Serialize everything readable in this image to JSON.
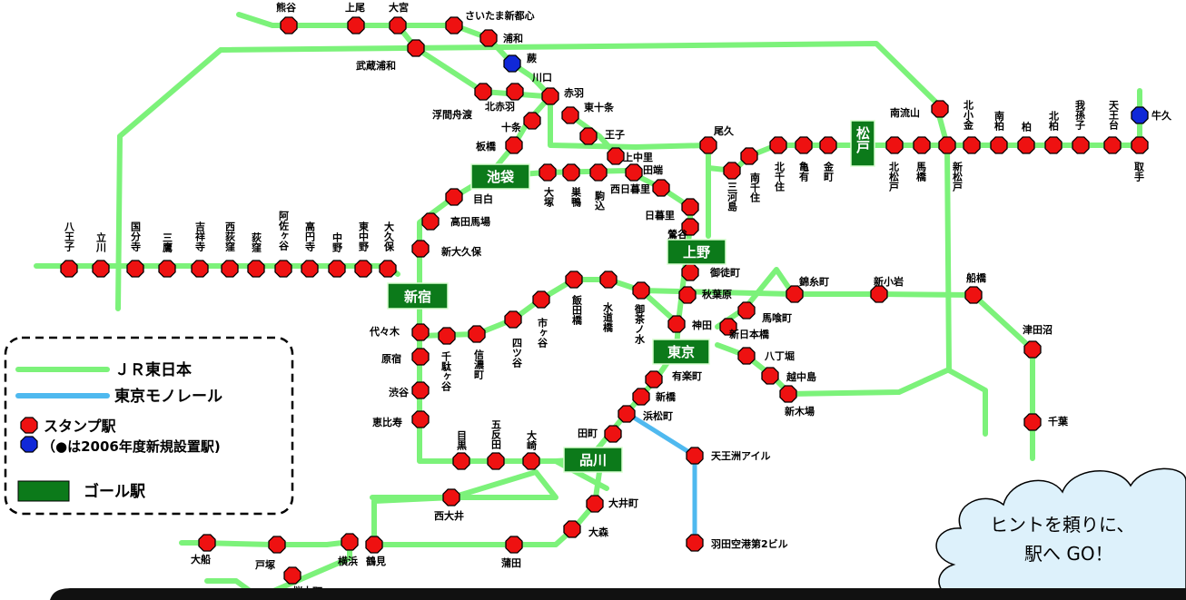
{
  "colors": {
    "jr_line": "#7cf27a",
    "monorail": "#4fb9ef",
    "stamp_station": "#ee1111",
    "new_station": "#1028d8",
    "goal": "#0c7a1a"
  },
  "goal_stations": {
    "ikebukuro": "池袋",
    "ueno": "上野",
    "shinjuku": "新宿",
    "tokyo": "東京",
    "shinagawa": "品川",
    "matsudo": "松戸"
  },
  "stations": {
    "kumagaya": "熊谷",
    "ageo": "上尾",
    "omiya": "大宮",
    "saitama_shintoshin": "さいたま新都心",
    "urawa": "浦和",
    "musashi_urawa": "武蔵浦和",
    "warabi": "蕨",
    "kawaguchi": "川口",
    "akabane": "赤羽",
    "kita_akabane": "北赤羽",
    "ukima_funado": "浮間舟渡",
    "higashi_jujo": "東十条",
    "jujo": "十条",
    "oji": "王子",
    "itabashi": "板橋",
    "kami_nakazato": "上中里",
    "tabata": "田端",
    "nishi_nippori": "西日暮里",
    "nippori": "日暮里",
    "uguisudani": "鶯谷",
    "mejiro": "目白",
    "takadanobaba": "高田馬場",
    "shin_okubo": "新大久保",
    "otsuka": "大塚",
    "sugamo": "巣鴨",
    "komagome": "駒込",
    "hachioji": "八王子",
    "tachikawa": "立川",
    "kokubunji": "国分寺",
    "mitaka": "三鷹",
    "kichijoji": "吉祥寺",
    "nishi_ogikubo": "西荻窪",
    "ogikubo": "荻窪",
    "asagaya": "阿佐ヶ谷",
    "koenji": "高円寺",
    "nakano": "中野",
    "higashi_nakano": "東中野",
    "okubo": "大久保",
    "ochanomizu": "御茶ノ水",
    "suidobashi": "水道橋",
    "iidabashi": "飯田橋",
    "ichigaya": "市ヶ谷",
    "yotsuya": "四ツ谷",
    "shinanomachi": "信濃町",
    "sendagaya": "千駄ヶ谷",
    "yoyogi": "代々木",
    "harajuku": "原宿",
    "shibuya": "渋谷",
    "ebisu": "恵比寿",
    "meguro": "目黒",
    "gotanda": "五反田",
    "osaki": "大崎",
    "okachimachi": "御徒町",
    "akihabara": "秋葉原",
    "kanda": "神田",
    "bakurocho": "馬喰町",
    "shin_nihombashi": "新日本橋",
    "hatchobori": "八丁堀",
    "etchujima": "越中島",
    "shinkiba": "新木場",
    "yurakucho": "有楽町",
    "shimbashi": "新橋",
    "hamamatsucho": "浜松町",
    "tamachi": "田町",
    "tennozu": "天王洲アイル",
    "haneda": "羽田空港第2ビル",
    "oimachi": "大井町",
    "omori": "大森",
    "kamata": "蒲田",
    "nishi_oi": "西大井",
    "kinshicho": "錦糸町",
    "shin_koiwa": "新小岩",
    "funabashi": "船橋",
    "tsudanuma": "津田沼",
    "chiba": "千葉",
    "ofuna": "大船",
    "totsuka": "戸塚",
    "yokohama": "横浜",
    "tsurumi": "鶴見",
    "sakuragicho": "桜木町",
    "oku": "尾久",
    "mikawashima": "三河島",
    "minami_senju": "南千住",
    "kita_senju": "北千住",
    "kameari": "亀有",
    "kanamachi": "金町",
    "kita_matsudo": "北松戸",
    "mabashi": "馬橋",
    "shin_matsudo": "新松戸",
    "minami_nagareyama": "南流山",
    "kita_kogane": "北小金",
    "minami_kashiwa": "南柏",
    "kashiwa": "柏",
    "kita_kashiwa": "北柏",
    "abiko": "我孫子",
    "tennodai": "天王台",
    "toride": "取手",
    "ushiku": "牛久"
  },
  "legend": {
    "jr": "ＪＲ東日本",
    "monorail": "東京モノレール",
    "stamp_line1": "スタンプ駅",
    "stamp_line2": "（●は2006年度新規設置駅)",
    "goal": "ゴール駅"
  },
  "callout": {
    "line1": "ヒントを頼りに、",
    "line2": "駅へ GO！"
  }
}
